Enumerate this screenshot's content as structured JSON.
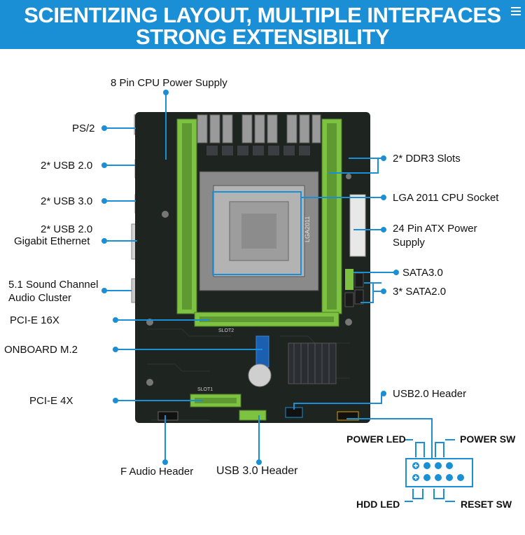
{
  "banner": {
    "line1": "SCIENTIZING LAYOUT, MULTIPLE INTERFACES",
    "line2": "STRONG EXTENSIBILITY"
  },
  "board_silkscreen": {
    "cpu_socket": "LGA2011",
    "slot1": "SLOT1",
    "slot2": "SLOT2"
  },
  "labels": {
    "cpu_power": "8 Pin CPU Power Supply",
    "ps2": "PS/2",
    "usb20_top": "2* USB 2.0",
    "usb30": "2* USB 3.0",
    "usb20_lan_1": "2* USB 2.0",
    "usb20_lan_2": "Gigabit Ethernet",
    "audio_1": "5.1 Sound Channel",
    "audio_2": "Audio Cluster",
    "pcie16": "PCI-E 16X",
    "m2": "ONBOARD M.2",
    "pcie4": "PCI-E 4X",
    "f_audio": "F Audio Header",
    "usb30_header": "USB 3.0 Header",
    "ddr3": "2* DDR3 Slots",
    "cpu_socket": "LGA 2011 CPU Socket",
    "atx_1": "24 Pin ATX Power",
    "atx_2": "Supply",
    "sata3": "SATA3.0",
    "sata2": "3* SATA2.0",
    "usb20_header": "USB2.0 Header"
  },
  "panel_header": {
    "power_led": "POWER LED",
    "power_sw": "POWER SW",
    "hdd_led": "HDD LED",
    "reset_sw": "RESET SW"
  },
  "colors": {
    "banner": "#1a8fd6",
    "callout": "#1a8fd6",
    "pcb": "#1e2420",
    "slot_green": "#7ec242"
  }
}
